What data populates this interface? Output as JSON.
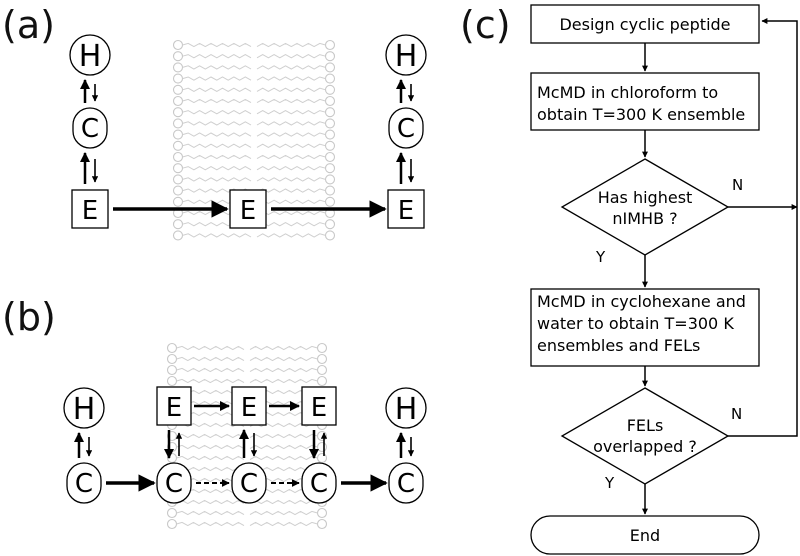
{
  "panels": {
    "a": {
      "label": "(a)",
      "states": {
        "H": "H",
        "C": "C",
        "E": "E"
      }
    },
    "b": {
      "label": "(b)",
      "states": {
        "H": "H",
        "C": "C",
        "E": "E"
      }
    },
    "c": {
      "label": "(c)"
    }
  },
  "flowchart": {
    "design": "Design cyclic peptide",
    "mcmd_chloroform": [
      "McMD in chloroform to",
      "obtain T=300 K ensemble"
    ],
    "decision1": [
      "Has highest",
      "nIMHB ?"
    ],
    "mcmd_cyclohexane": [
      "McMD in cyclohexane and",
      "water to obtain T=300 K",
      "ensembles and FELs"
    ],
    "decision2": [
      "FELs",
      "overlapped ?"
    ],
    "end": "End",
    "yes": "Y",
    "no": "N"
  }
}
